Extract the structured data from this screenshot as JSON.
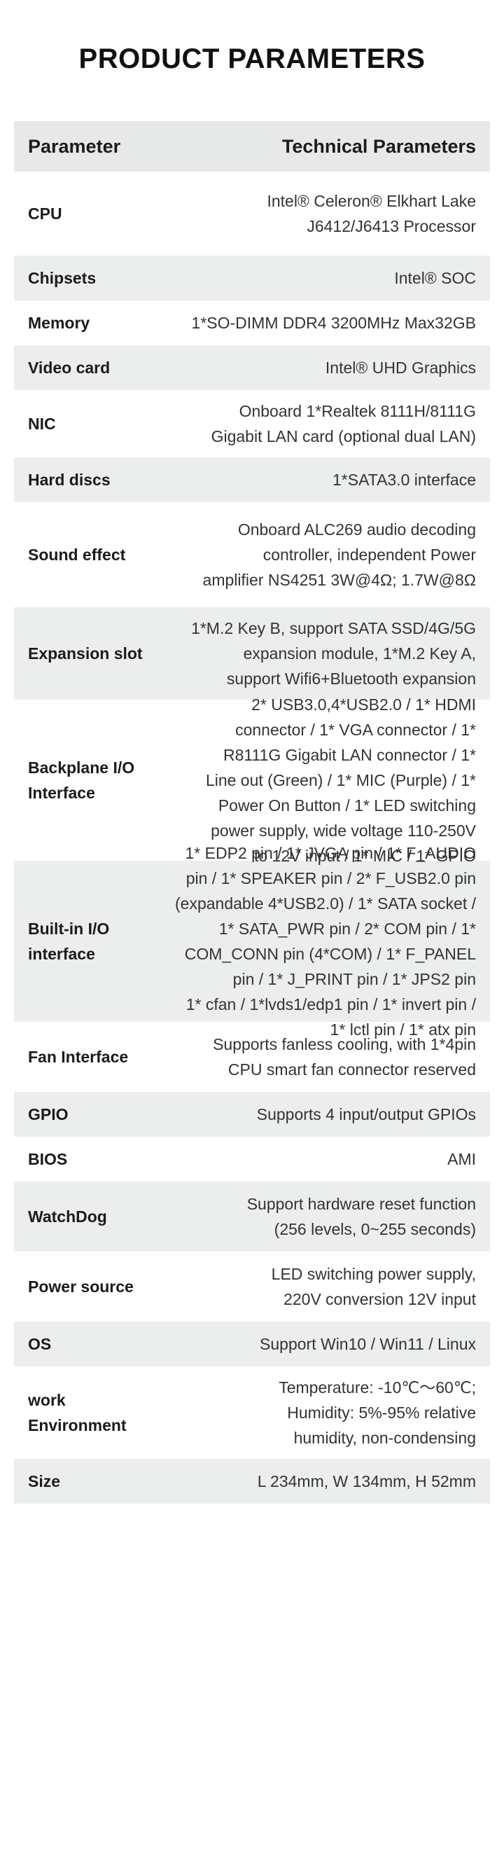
{
  "title": "PRODUCT PARAMETERS",
  "header": {
    "left": "Parameter",
    "right": "Technical Parameters"
  },
  "rows": [
    {
      "label": "CPU",
      "lines": [
        "Intel® Celeron® Elkhart Lake",
        "J6412/J6413 Processor"
      ]
    },
    {
      "label": "Chipsets",
      "lines": [
        "Intel® SOC"
      ]
    },
    {
      "label": "Memory",
      "lines": [
        "1*SO-DIMM DDR4 3200MHz Max32GB"
      ]
    },
    {
      "label": "Video card",
      "lines": [
        "Intel® UHD Graphics"
      ]
    },
    {
      "label": "NIC",
      "lines": [
        "Onboard 1*Realtek 8111H/8111G",
        "Gigabit LAN card (optional dual LAN)"
      ]
    },
    {
      "label": "Hard discs",
      "lines": [
        "1*SATA3.0 interface"
      ]
    },
    {
      "label": "Sound effect",
      "lines": [
        "Onboard ALC269 audio decoding",
        "controller, independent Power",
        "amplifier NS4251 3W@4Ω; 1.7W@8Ω"
      ]
    },
    {
      "label": "Expansion slot",
      "lines": [
        "1*M.2 Key B, support SATA SSD/4G/5G",
        "expansion module, 1*M.2 Key A,",
        "support Wifi6+Bluetooth expansion"
      ]
    },
    {
      "label": "Backplane I/O Interface",
      "lines": [
        "2* USB3.0,4*USB2.0 / 1* HDMI",
        "connector / 1* VGA connector / 1*",
        "R8111G Gigabit LAN connector / 1*",
        "Line out (Green) / 1* MIC (Purple) / 1*",
        "Power On Button / 1* LED switching",
        "power supply, wide voltage 110-250V",
        "to 12V input / 1* MIC / 1* GPIO"
      ]
    },
    {
      "label": "Built-in I/O interface",
      "lines": [
        "1* EDP2 pin / 1* JVGA pin / 1* F_AUDIO",
        "pin / 1* SPEAKER pin / 2* F_USB2.0 pin",
        "(expandable 4*USB2.0) / 1* SATA socket /",
        "1* SATA_PWR pin / 2* COM pin / 1*",
        "COM_CONN pin (4*COM) / 1* F_PANEL",
        "pin / 1* J_PRINT pin / 1* JPS2 pin",
        "1* cfan / 1*lvds1/edp1 pin / 1* invert pin /",
        "1* lctl pin / 1* atx pin"
      ]
    },
    {
      "label": "Fan Interface",
      "lines": [
        "Supports fanless cooling, with 1*4pin",
        "CPU smart fan connector reserved"
      ]
    },
    {
      "label": "GPIO",
      "lines": [
        "Supports 4 input/output GPIOs"
      ]
    },
    {
      "label": "BIOS",
      "lines": [
        "AMI"
      ]
    },
    {
      "label": "WatchDog",
      "lines": [
        "Support hardware reset function",
        "(256 levels, 0~255 seconds)"
      ]
    },
    {
      "label": "Power source",
      "lines": [
        "LED switching power supply,",
        "220V conversion 12V input"
      ]
    },
    {
      "label": "OS",
      "lines": [
        "Support Win10 / Win11 / Linux"
      ]
    },
    {
      "label": "work Environment",
      "lines": [
        "Temperature: -10℃～60℃;",
        "Humidity: 5%-95% relative",
        "humidity, non-condensing"
      ]
    },
    {
      "label": "Size",
      "lines": [
        "L 234mm, W 134mm, H 52mm"
      ]
    }
  ]
}
